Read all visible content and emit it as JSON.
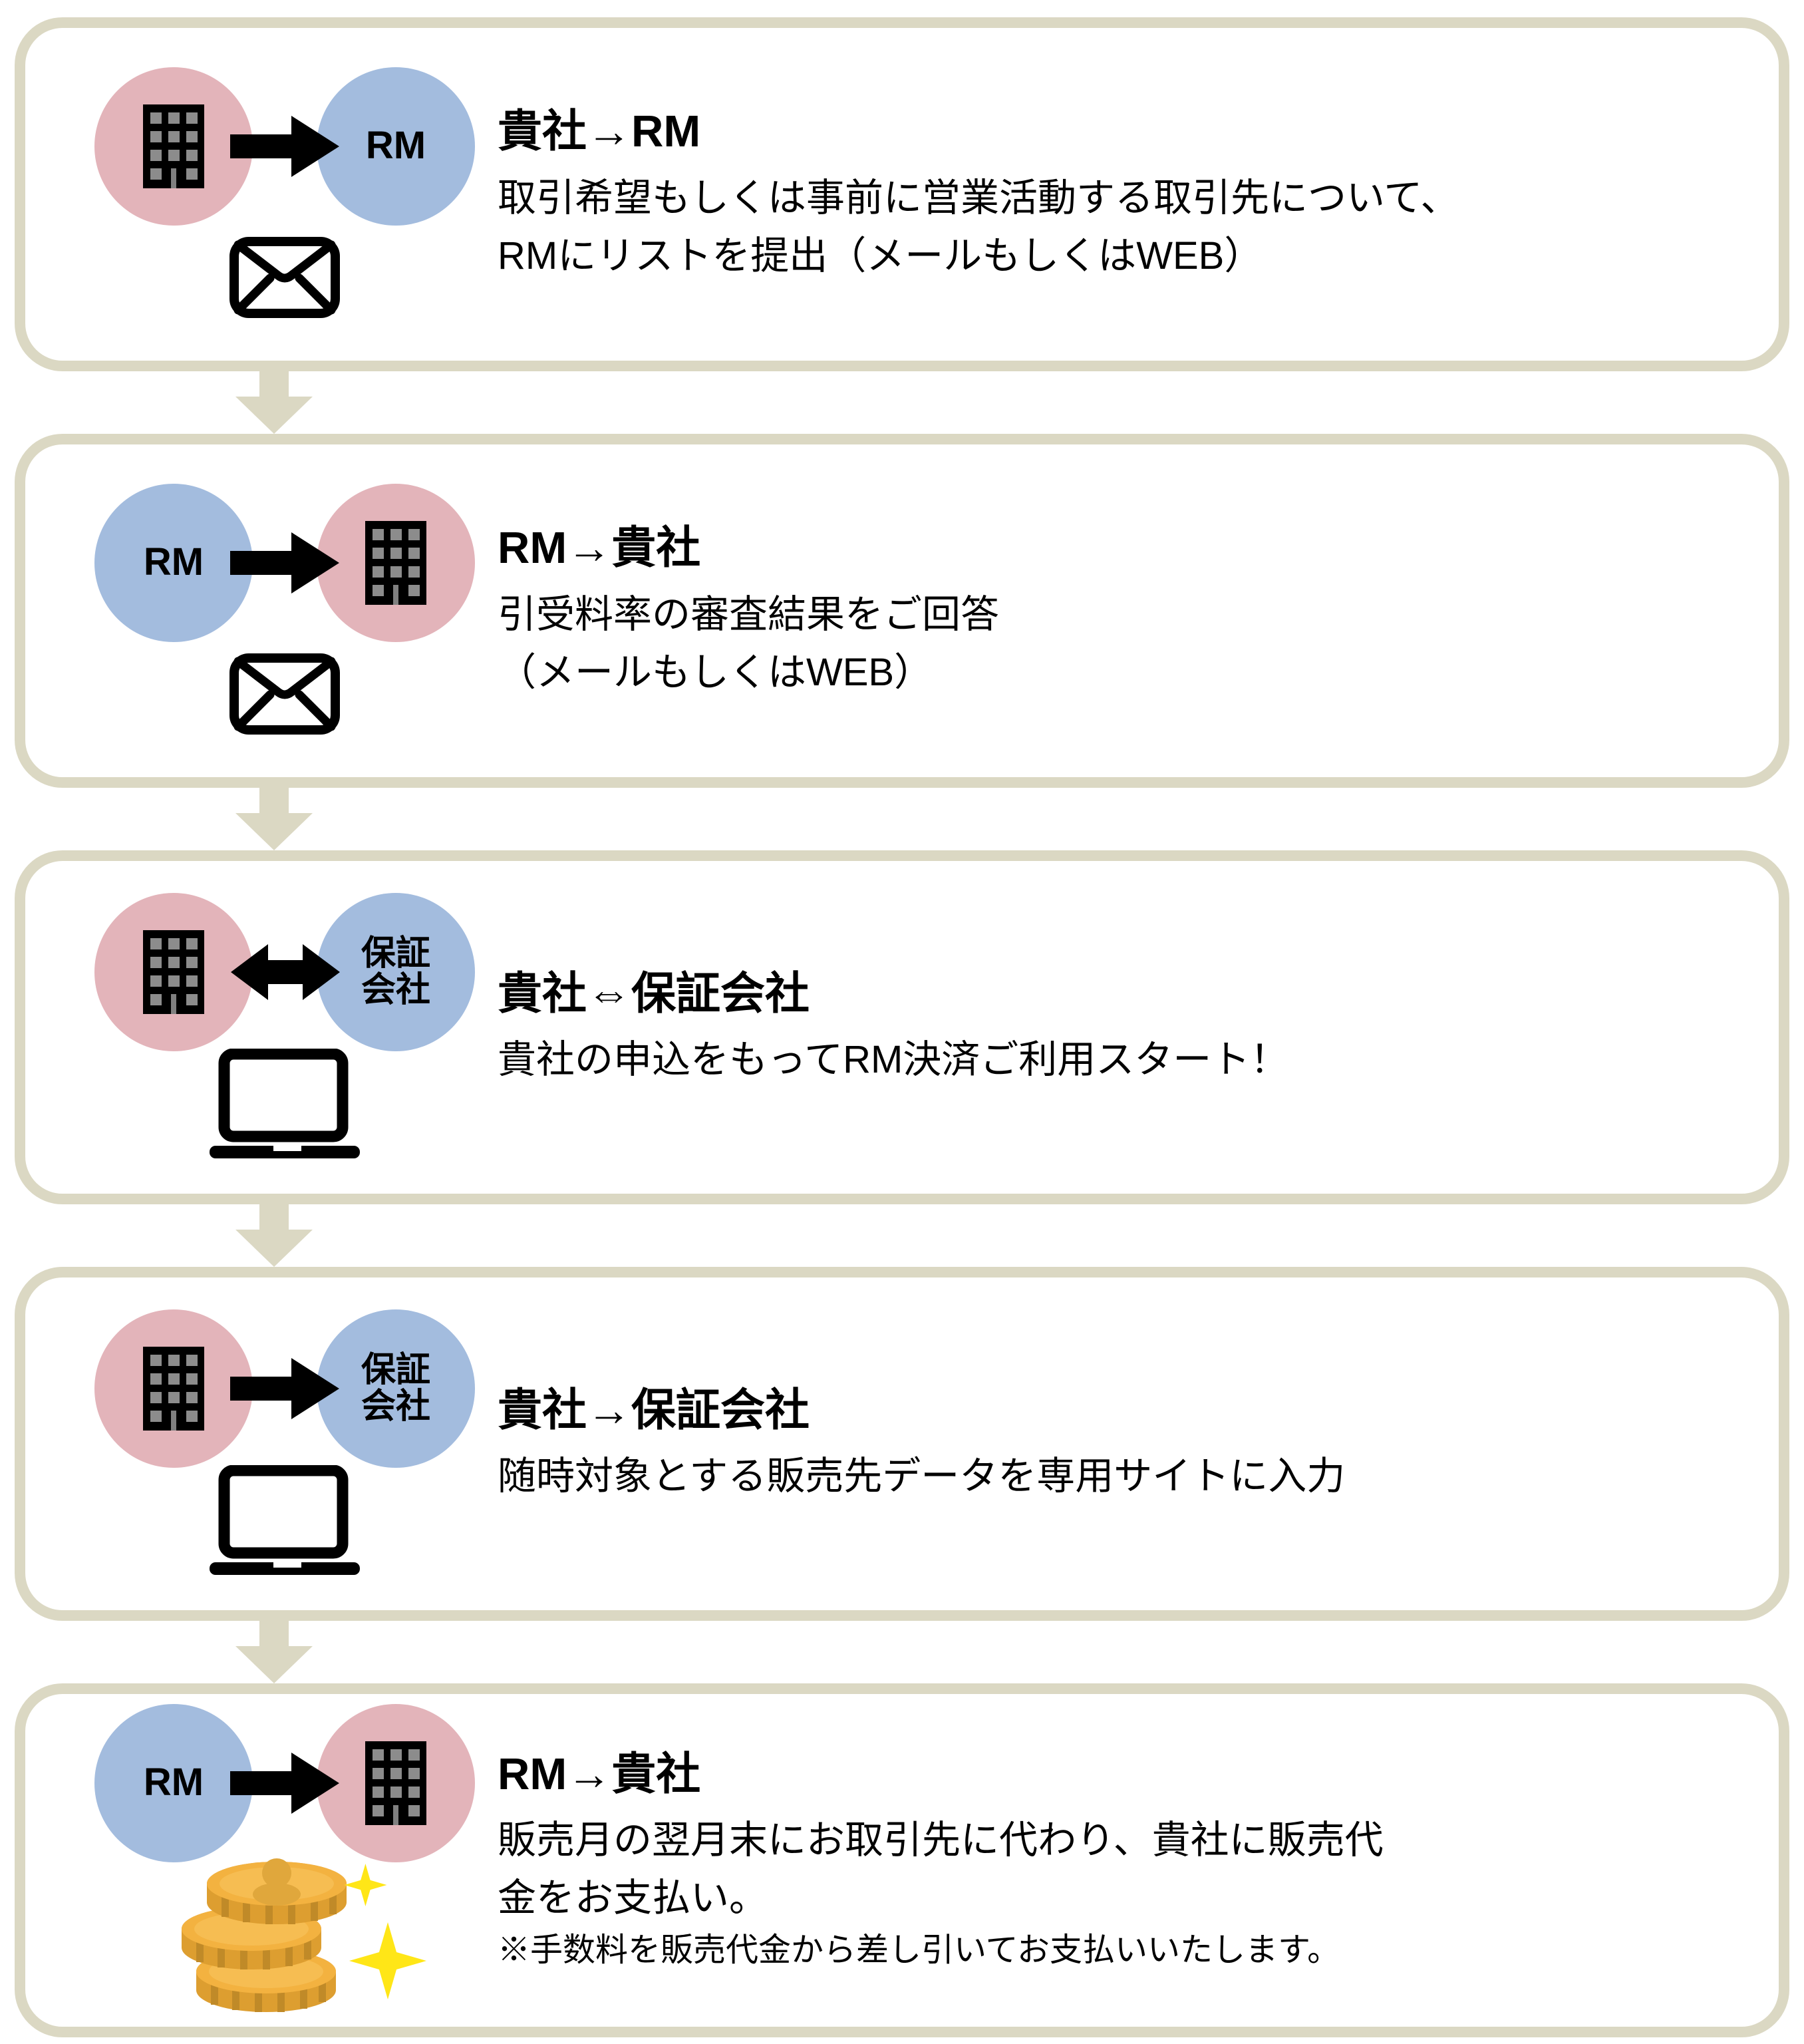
{
  "colors": {
    "box_border": "#dbd8c3",
    "connector_arrow": "#dbd8c3",
    "company_circle_pink": "#e3b4ba",
    "rm_circle_blue": "#a3bcde",
    "flow_arrow_black": "#000000",
    "coin_gold": "#f3b240",
    "sparkle_yellow": "#ffe617"
  },
  "steps": [
    {
      "title": "貴社→RM",
      "body": [
        "取引希望もしくは事前に営業活動する取引先について、",
        "RMにリストを提出（メールもしくはWEB）"
      ],
      "left_circle": "building",
      "right_circle_label": "RM",
      "flow": "right",
      "bottom_icon": "envelope"
    },
    {
      "title": "RM→貴社",
      "body": [
        "引受料率の審査結果をご回答",
        "（メールもしくはWEB）"
      ],
      "left_circle_label": "RM",
      "right_circle": "building",
      "flow": "right",
      "bottom_icon": "envelope"
    },
    {
      "title": "貴社⇔保証会社",
      "body": [
        "貴社の申込をもってRM決済ご利用スタート！"
      ],
      "left_circle": "building",
      "right_circle_label_line1": "保証",
      "right_circle_label_line2": "会社",
      "flow": "both",
      "bottom_icon": "laptop"
    },
    {
      "title": "貴社→保証会社",
      "body": [
        "随時対象とする販売先データを専用サイトに入力"
      ],
      "left_circle": "building",
      "right_circle_label_line1": "保証",
      "right_circle_label_line2": "会社",
      "flow": "right",
      "bottom_icon": "laptop"
    },
    {
      "title": "RM→貴社",
      "body": [
        "販売月の翌月末にお取引先に代わり、貴社に販売代",
        "金をお支払い。"
      ],
      "note": "※手数料を販売代金から差し引いてお支払いいたします。",
      "left_circle_label": "RM",
      "right_circle": "building",
      "flow": "right",
      "bottom_icon": "coins"
    }
  ]
}
